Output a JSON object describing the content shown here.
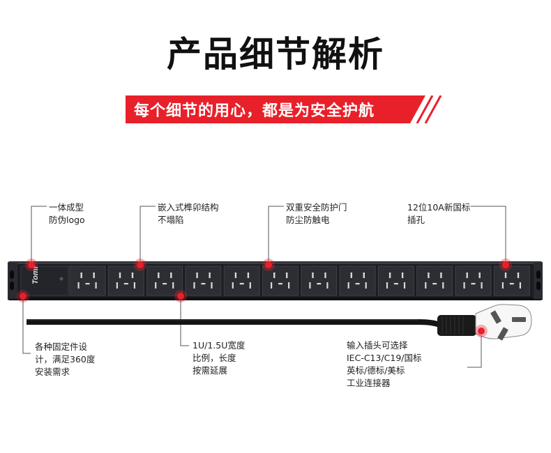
{
  "page": {
    "title": "产品细节解析",
    "banner": "每个细节的用心，都是为安全护航",
    "brand_logo": "Tomi"
  },
  "product": {
    "socket_count": 12,
    "colors": {
      "body": "#1f2024",
      "socket": "#2c2e33",
      "cable": "#141414",
      "accent": "#e8202a",
      "leader": "#555555"
    }
  },
  "annotations": {
    "top": [
      {
        "line1": "一体成型",
        "line2": "防伪logo"
      },
      {
        "line1": "嵌入式榫卯结构",
        "line2": "不塌陷"
      },
      {
        "line1": "双重安全防护门",
        "line2": "防尘防触电"
      },
      {
        "line1": "12位10A新国标",
        "line2": "插孔"
      }
    ],
    "bottom": [
      {
        "line1": "各种固定件设",
        "line2": "计，满足360度",
        "line3": "安装需求"
      },
      {
        "line1": "1U/1.5U宽度",
        "line2": "比例，长度",
        "line3": "按需延展"
      },
      {
        "line1": "输入插头可选择",
        "line2": "IEC-C13/C19/国标",
        "line3": "英标/德标/美标",
        "line4": "工业连接器"
      }
    ]
  }
}
